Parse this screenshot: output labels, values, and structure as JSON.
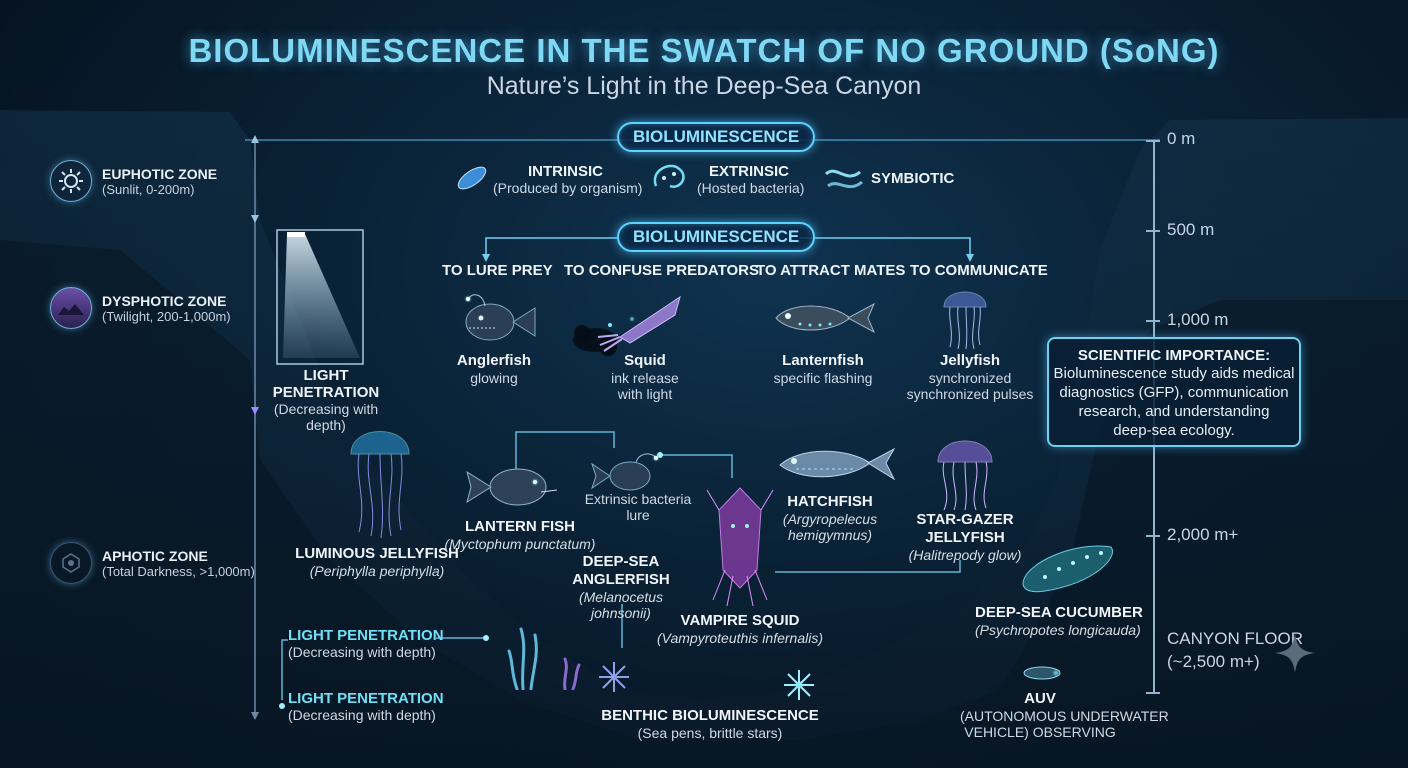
{
  "title": "BIOLUMINESCENCE IN THE SWATCH OF NO GROUND (SoNG)",
  "subtitle": "Nature’s Light in the Deep-Sea Canyon",
  "types": {
    "pill": "BIOLUMINESCENCE",
    "items": [
      {
        "name": "INTRINSIC",
        "desc": "(Produced by organism)"
      },
      {
        "name": "EXTRINSIC",
        "desc": "(Hosted bacteria)"
      },
      {
        "name": "SYMBIOTIC",
        "desc": ""
      }
    ]
  },
  "functions": {
    "pill": "BIOLUMINESCENCE",
    "items": [
      {
        "header": "TO LURE PREY",
        "animal": "Anglerfish",
        "desc1": "glowing",
        "desc2": ""
      },
      {
        "header": "TO CONFUSE PREDATORS",
        "animal": "Squid",
        "desc1": "ink release",
        "desc2": "with light"
      },
      {
        "header": "TO ATTRACT MATES",
        "animal": "Lanternfish",
        "desc1": "specific flashing",
        "desc2": ""
      },
      {
        "header": "TO COMMUNICATE",
        "animal": "Jellyfish",
        "desc1": "synchronized",
        "desc2": "synchronized pulses"
      }
    ]
  },
  "zones": [
    {
      "name": "EUPHOTIC ZONE",
      "sub": "(Sunlit, 0-200m)",
      "icon": "sun-icon"
    },
    {
      "name": "DYSPHOTIC ZONE",
      "sub": "(Twilight, 200-1,000m)",
      "icon": "twilight-icon"
    },
    {
      "name": "APHOTIC ZONE",
      "sub": "(Total Darkness, >1,000m)",
      "icon": "darkness-icon"
    }
  ],
  "light_penetration": {
    "title1": "LIGHT",
    "title2": "PENETRATION",
    "desc1": "(Decreasing with",
    "desc2": "depth)"
  },
  "light_pen_bottom": [
    {
      "title": "LIGHT PENETRATION",
      "desc": "(Decreasing with depth)"
    },
    {
      "title": "LIGHT PENETRATION",
      "desc": "(Decreasing with depth)"
    }
  ],
  "depths": [
    "0 m",
    "500 m",
    "1,000 m",
    "2,000 m+",
    "CANYON FLOOR",
    "(~2,500 m+)"
  ],
  "scientific": {
    "title": "SCIENTIFIC IMPORTANCE:",
    "lines": [
      "Bioluminescence study aids medical",
      "diagnostics (GFP), communication",
      "research, and understanding",
      "deep-sea ecology."
    ]
  },
  "species": {
    "jelly": {
      "name": "LUMINOUS JELLYFISH",
      "sci": "(Periphylla periphylla)"
    },
    "lantern": {
      "name": "LANTERN FISH",
      "sci": "(Myctophum punctatum)"
    },
    "bacteria": {
      "line1": "Extrinsic bacteria",
      "line2": "lure"
    },
    "angler": {
      "name1": "DEEP-SEA",
      "name2": "ANGLERFISH",
      "sci1": "(Melanocetus",
      "sci2": "johnsonii)"
    },
    "vampire": {
      "name": "VAMPIRE SQUID",
      "sci": "(Vampyroteuthis infernalis)"
    },
    "hatchfish": {
      "name": "HATCHFISH",
      "sci1": "(Argyropelecus",
      "sci2": "hemigymnus)"
    },
    "stargazer": {
      "name1": "STAR-GAZER",
      "name2": "JELLYFISH",
      "sci": "(Halitrepody glow)"
    },
    "cucumber": {
      "name": "DEEP-SEA CUCUMBER",
      "sci": "(Psychropotes longicauda)"
    },
    "auv": {
      "name": "AUV",
      "line1": "(AUTONOMOUS UNDERWATER",
      "line2": "VEHICLE) OBSERVING"
    },
    "benthic": {
      "name": "BENTHIC BIOLUMINESCENCE",
      "sub": "(Sea pens, brittle stars)"
    }
  },
  "colors": {
    "accent": "#5ed2ff",
    "glow": "#6fe0f5",
    "jelly": "#9b8cff",
    "vampire": "#c48cff"
  }
}
